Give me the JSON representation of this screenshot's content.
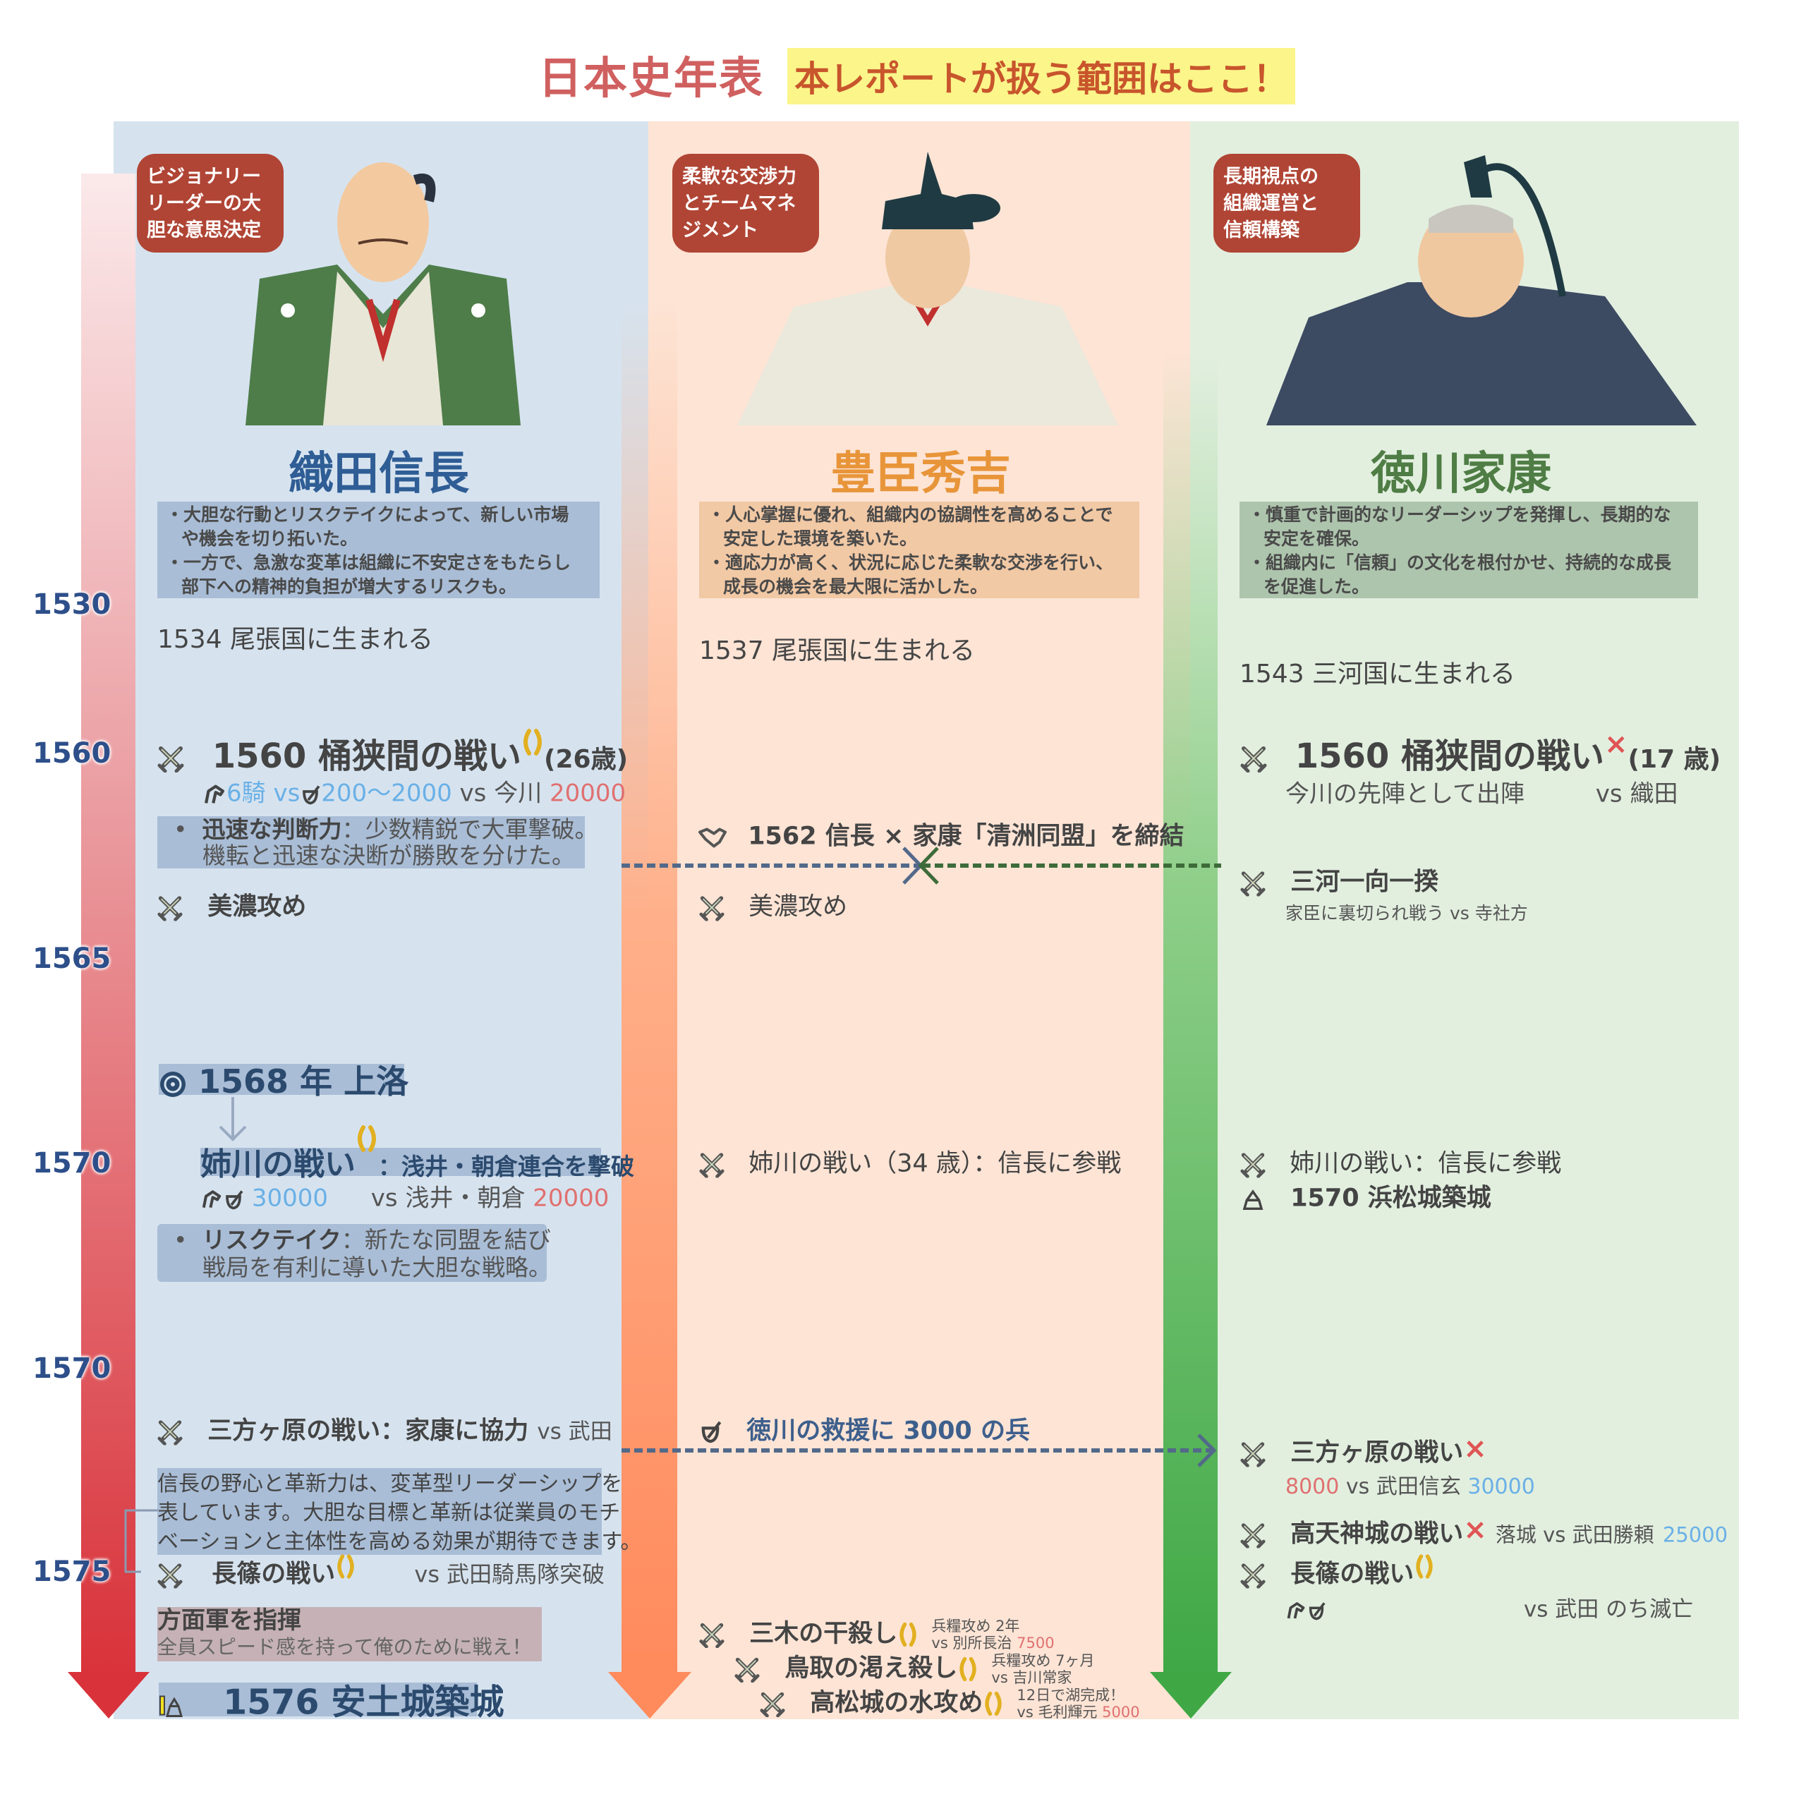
{
  "title": {
    "main": "日本史年表",
    "highlight": "本レポートが扱う範囲はここ！"
  },
  "colors": {
    "nobunaga_bg": "#d6e3ef",
    "hideyoshi_bg": "#fde4d5",
    "ieyasu_bg": "#e2efdf",
    "nobunaga_name": "#2f5d95",
    "hideyoshi_name": "#e8953a",
    "ieyasu_name": "#4f7d45",
    "badge": "#b04535",
    "year_label": "#2d4f8a",
    "own_forces": "#6ab0e6",
    "enemy_forces": "#e07070",
    "arrow_red": "#d9323a",
    "arrow_orange": "#ff8a5c",
    "arrow_green": "#3fa845"
  },
  "years": [
    "1530",
    "1560",
    "1565",
    "1570",
    "1570",
    "1575"
  ],
  "icons": {
    "battle": "crossed-swords-icon",
    "victory": "laurel-icon",
    "defeat": "red-x-icon",
    "alliance": "handshake-icon",
    "castle": "castle-icon",
    "crest": "oda-crest-icon",
    "cavalry": "horse-icon",
    "infantry": "soldier-icon",
    "reinforcement": "shield-icon"
  },
  "nobunaga": {
    "badge": [
      "ビジョナリー",
      "リーダーの大",
      "胆な意思決定"
    ],
    "name": "織田信長",
    "summary": [
      "・大胆な行動とリスクテイクによって、新しい市場",
      "や機会を切り拓いた。",
      "・一方で、急激な変革は組織に不安定さをもたらし",
      "部下への精神的負担が増大するリスクも。"
    ],
    "birth": "1534 尾張国に生まれる",
    "okehazama": {
      "title": "1560 桶狭間の戦い",
      "age": "(26歳)",
      "own1": "6騎",
      "vs1": "vs",
      "own2": "200〜2000",
      "vs2": "vs 今川",
      "enemy": "20000"
    },
    "okehazama_note": {
      "bullet": "•",
      "head": "迅速な判断力",
      "text1": "：少数精鋭で大軍撃破。",
      "text2": "機転と迅速な決断が勝敗を分けた。"
    },
    "mino": "美濃攻め",
    "jouraku": "1568 年 上洛",
    "anegawa": {
      "title": "姉川の戦い",
      "sub": "：浅井・朝倉連合を撃破",
      "own": "30000",
      "vs": "vs 浅井・朝倉",
      "enemy": "20000"
    },
    "anegawa_note": {
      "bullet": "•",
      "head": "リスクテイク",
      "text1": "：新たな同盟を結び",
      "text2": "戦局を有利に導いた大胆な戦略。"
    },
    "mikatagahara": {
      "title": "三方ヶ原の戦い：家康に協力",
      "vs": "vs 武田"
    },
    "paragraph": [
      "信長の野心と革新力は、変革型リーダーシップを",
      "表しています。大胆な目標と革新は従業員のモチ",
      "ベーションと主体性を高める効果が期待できます。"
    ],
    "nagashino": {
      "title": "長篠の戦い",
      "vs": "vs 武田騎馬隊突破"
    },
    "army": {
      "head": "方面軍を指揮",
      "quote": "全員スピード感を持って俺のために戦え！"
    },
    "azuchi": "1576 安土城築城"
  },
  "hideyoshi": {
    "badge": [
      "柔軟な交渉力",
      "とチームマネ",
      "ジメント"
    ],
    "name": "豊臣秀吉",
    "summary": [
      "・人心掌握に優れ、組織内の協調性を高めることで",
      "安定した環境を築いた。",
      "・適応力が高く、状況に応じた柔軟な交渉を行い、",
      "成長の機会を最大限に活かした。"
    ],
    "birth": "1537 尾張国に生まれる",
    "alliance": "1562 信長 × 家康「清洲同盟」を締結",
    "mino": "美濃攻め",
    "anegawa": "姉川の戦い（34 歳）：信長に参戦",
    "rescue": "徳川の救援に 3000 の兵",
    "miki": {
      "title": "三木の干殺し",
      "note1": "兵糧攻め 2年",
      "note2": "vs 別所長治",
      "enemy": "7500"
    },
    "tottori": {
      "title": "鳥取の渇え殺し",
      "note1": "兵糧攻め 7ヶ月",
      "note2": "vs 吉川常家"
    },
    "takamatsu": {
      "title": "高松城の水攻め",
      "note1": "12日で湖完成！",
      "note2": "vs 毛利輝元",
      "enemy": "5000"
    }
  },
  "ieyasu": {
    "badge": [
      "長期視点の",
      "組織運営と",
      "信頼構築"
    ],
    "name": "徳川家康",
    "summary": [
      "・慎重で計画的なリーダーシップを発揮し、長期的な",
      "安定を確保。",
      "・組織内に「信頼」の文化を根付かせ、持続的な成長",
      "を促進した。"
    ],
    "birth": "1543 三河国に生まれる",
    "okehazama": {
      "title": "1560 桶狭間の戦い",
      "age": "(17 歳)",
      "sub": "今川の先陣として出陣",
      "vs": "vs  織田"
    },
    "ikko": {
      "title": "三河一向一揆",
      "sub": "家臣に裏切られ戦う vs 寺社方"
    },
    "anegawa": "姉川の戦い：信長に参戦",
    "hamamatsu": "1570 浜松城築城",
    "mikatagahara": {
      "title": "三方ヶ原の戦い",
      "own": "8000",
      "vs": "vs 武田信玄",
      "enemy": "30000"
    },
    "takatenjin": {
      "title": "高天神城の戦い",
      "note": "落城 vs 武田勝頼",
      "enemy": "25000"
    },
    "nagashino": {
      "title": "長篠の戦い",
      "vs": "vs 武田 のち滅亡"
    }
  },
  "markers": {
    "defeat": "×"
  }
}
